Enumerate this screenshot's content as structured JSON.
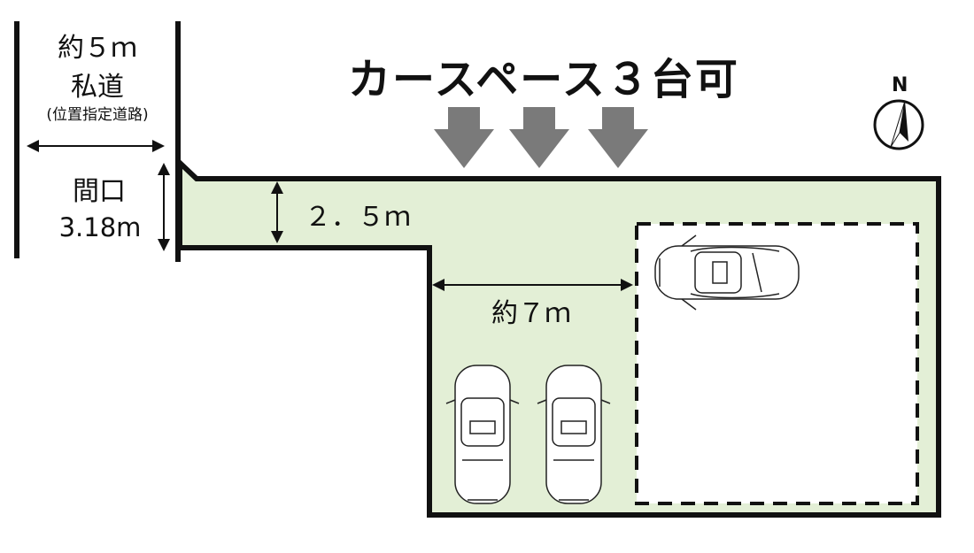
{
  "title": "カースペース３台可",
  "road": {
    "width_label": "約５ｍ",
    "name": "私道",
    "note": "(位置指定道路)"
  },
  "frontage": {
    "label": "間口",
    "value": "3.18m"
  },
  "dimensions": {
    "passage_width": "２．５ｍ",
    "approx_length": "約７ｍ"
  },
  "compass": {
    "letter": "N"
  },
  "colors": {
    "lot_fill": "#e3efd6",
    "outline": "#111111",
    "arrow": "#7a7a7a"
  }
}
